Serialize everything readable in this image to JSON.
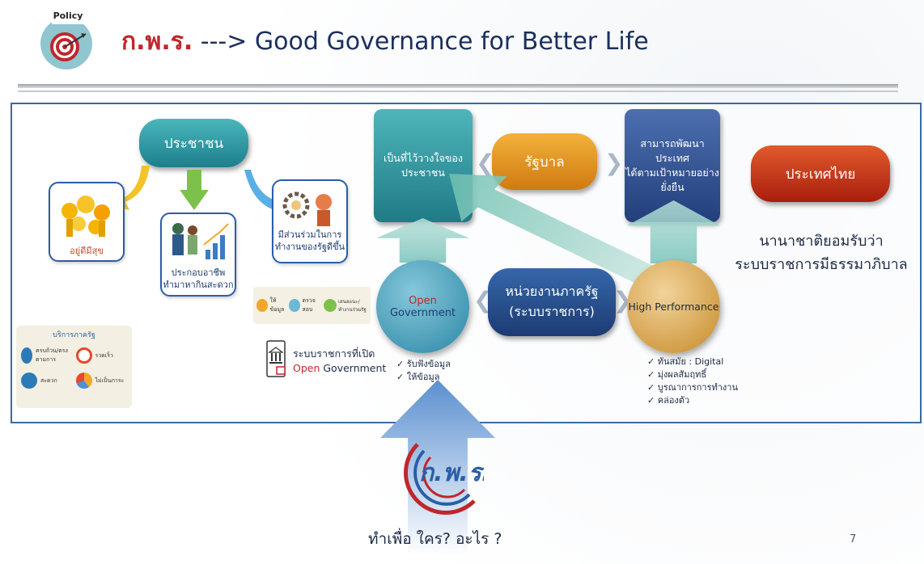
{
  "header": {
    "policy_tag": "Policy",
    "title_thai": "ก.พ.ร.",
    "title_rest": " ---> Good Governance for Better Life"
  },
  "diagram": {
    "people": "ประชาชน",
    "happy": "อยู่ดีมีสุข",
    "livelihood": [
      "ประกอบอาชีพ",
      "ทำมาหากินสะดวก"
    ],
    "participation": [
      "มีส่วนร่วมในการ",
      "ทำงานของรัฐดีขึ้น"
    ],
    "info_items": [
      "ให้ข้อมูล",
      "ตรวจสอบ",
      "เสนอแนะ/ทำงานร่วมรัฐ"
    ],
    "services_title": "บริการภาครัฐ",
    "services": [
      "ครบถ้วน/ตรงตามการ",
      "รวดเร็ว",
      "สะดวก",
      "ไม่เป็นภาระ"
    ],
    "open_system": "ระบบราชการที่เปิด",
    "open_government_red": "Open",
    "open_government_dark": " Government",
    "trust": "เป็นที่ไว้วางใจของประชาชน",
    "government": "รัฐบาล",
    "develop": [
      "สามารถพัฒนาประเทศ",
      "ได้ตามเป้าหมายอย่างยั่งยืน"
    ],
    "thailand": "ประเทศไทย",
    "recognition": [
      "นานาชาติยอมรับว่า",
      "ระบบราชการมีธรรมาภิบาล"
    ],
    "agencies": [
      "หน่วยงานภาครัฐ",
      "(ระบบราชการ)"
    ],
    "high_performance": "High Performance",
    "open_bullets": [
      "รับฟังข้อมูล",
      "ให้ข้อมูล"
    ],
    "high_bullets": [
      "ทันสมัย : Digital",
      "มุ่งผลสัมฤทธิ์",
      "บูรณาการการทำงาน",
      "คล่องตัว"
    ],
    "bullet_mark": "✓"
  },
  "footer": {
    "logo_text": "ก.พ.ร.",
    "question": "ทำเพื่อ ใคร? อะไร ?",
    "page_number": "7"
  },
  "colors": {
    "title_red": "#c0262c",
    "title_blue": "#1b2f5e",
    "frame_blue": "#3a6aa3",
    "teal": "#1f7b86",
    "orange": "#cf7a10",
    "red": "#a81e0c",
    "navy": "#1d3b73",
    "gold": "#c68a29"
  }
}
